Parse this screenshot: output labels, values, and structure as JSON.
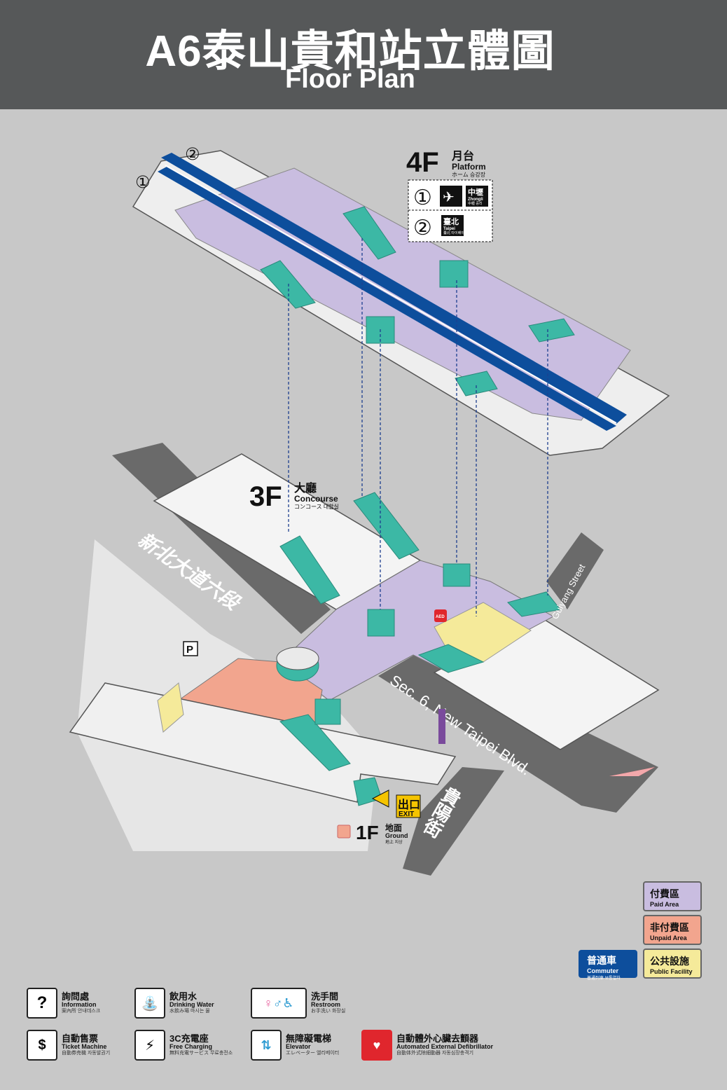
{
  "header": {
    "title_zh": "A6泰山貴和站立體圖",
    "title_en": "Floor Plan"
  },
  "floors": {
    "f4": {
      "num": "4F",
      "zh": "月台",
      "en": "Platform",
      "sub": "ホーム 승강장"
    },
    "f3": {
      "num": "3F",
      "zh": "大廳",
      "en": "Concourse",
      "sub": "コンコース 대합실"
    },
    "f1": {
      "num": "1F",
      "zh": "地面",
      "en": "Ground",
      "sub": "地上 지상"
    }
  },
  "platform_markers": {
    "p1": "①",
    "p2": "②"
  },
  "directions": {
    "d1": {
      "num": "①",
      "zh": "中壢",
      "en": "Zhongli",
      "sub": "中壢 중리"
    },
    "d2": {
      "num": "②",
      "zh": "臺北",
      "en": "Taipei",
      "sub": "臺北 타이베이"
    }
  },
  "streets": {
    "xinbei": "新北大道六段",
    "guiyang_zh": "貴陽街",
    "guiyang_en": "Guiyang Street",
    "sec6": "Sec. 6, New Taipei Blvd."
  },
  "map_marks": {
    "parking": "P",
    "exit_zh": "出口",
    "exit_en": "EXIT",
    "aed": "AED"
  },
  "area_legend": {
    "paid": {
      "zh": "付費區",
      "en": "Paid Area",
      "color": "#c9bde0"
    },
    "unpaid": {
      "zh": "非付費區",
      "en": "Unpaid Area",
      "color": "#f2a58e"
    },
    "public": {
      "zh": "公共設施",
      "en": "Public Facility",
      "color": "#f5ea9a"
    },
    "commuter": {
      "zh": "普通車",
      "en": "Commuter",
      "sub": "普通列車 보통열차",
      "color": "#0d4e9c"
    }
  },
  "icon_legend": {
    "information": {
      "zh": "詢問處",
      "en": "Information",
      "sub": "案內所 안내데스크"
    },
    "drinking": {
      "zh": "飲用水",
      "en": "Drinking Water",
      "sub": "水飲み場 마시는 물"
    },
    "restroom": {
      "zh": "洗手間",
      "en": "Restroom",
      "sub": "お手洗い 화장실"
    },
    "ticket": {
      "zh": "自動售票",
      "en": "Ticket Machine",
      "sub": "自動券売機 자동발권기"
    },
    "charging": {
      "zh": "3C充電座",
      "en": "Free Charging",
      "sub": "無料充電サービス 무료충전소"
    },
    "elevator": {
      "zh": "無障礙電梯",
      "en": "Elevator",
      "sub": "エレベーター 엘리베이터"
    },
    "aed": {
      "zh": "自動體外心臟去顫器",
      "en": "Automated External Defibrillator",
      "sub": "自動体外式除細動器 자동심장충격기"
    }
  },
  "colors": {
    "header": "#565859",
    "background": "#c8c8c8",
    "road": "#666666",
    "paid": "#c9bde0",
    "unpaid": "#f2a58e",
    "facility": "#f5ea9a",
    "track": "#0d4e9c",
    "escalator": "#3cb8a5"
  }
}
